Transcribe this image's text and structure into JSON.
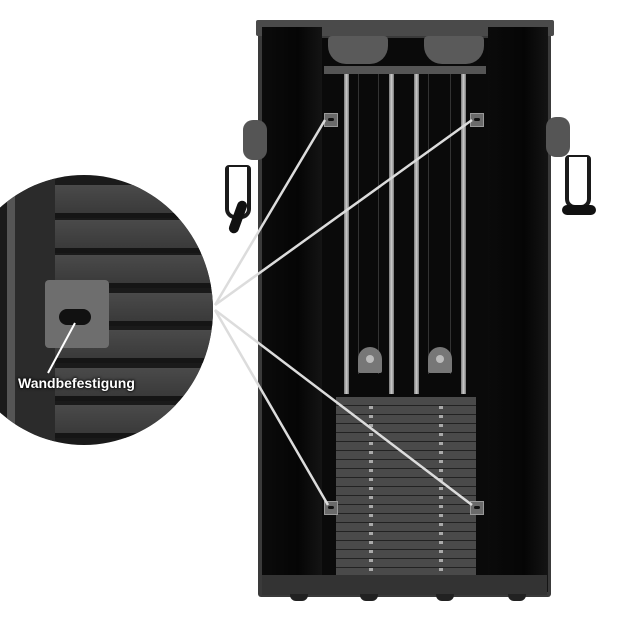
{
  "image": {
    "subject": "cable tower weight station with two weight stacks, front view",
    "callout": {
      "label": "Wandbefestigung",
      "description": "magnified circle showing wall-mount bracket"
    },
    "wall_mount_points": 4,
    "weight_stacks": 2,
    "handles": 2,
    "colors": {
      "background": "#ffffff",
      "frame": "#3a3a3a",
      "side_panels": "#0b0b0b",
      "callout_lines": "#dddddd",
      "label_text": "#ffffff"
    }
  }
}
